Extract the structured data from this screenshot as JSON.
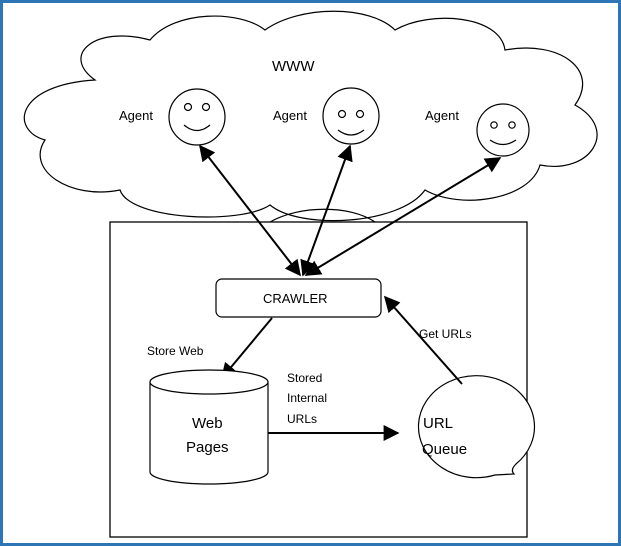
{
  "diagram": {
    "cloud_label": "WWW",
    "agents": [
      {
        "label": "Agent"
      },
      {
        "label": "Agent"
      },
      {
        "label": "Agent"
      }
    ],
    "crawler_label": "CRAWLER",
    "edges": {
      "store_web": "Store Web",
      "get_urls": "Get URLs",
      "stored_internal_urls": [
        "Stored",
        "Internal",
        "URLs"
      ]
    },
    "web_pages": {
      "line1": "Web",
      "line2": "Pages"
    },
    "url_queue": {
      "line1": "URL",
      "line2": "Queue"
    },
    "colors": {
      "frame_border": "#2e75b6",
      "stroke": "#000000",
      "background": "#ffffff"
    }
  }
}
